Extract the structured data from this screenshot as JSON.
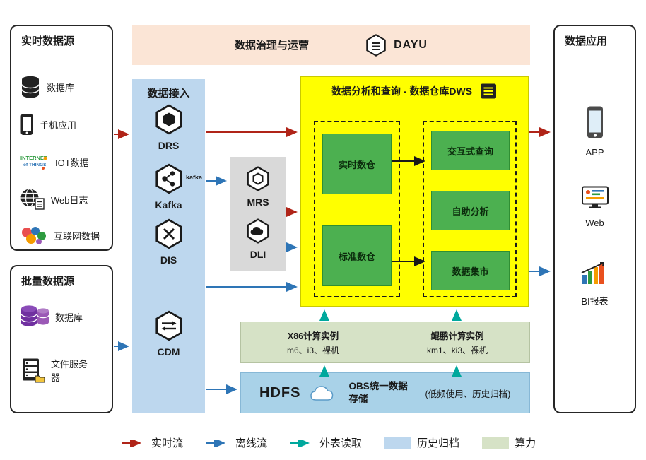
{
  "colors": {
    "realtime_flow": "#b02418",
    "offline_flow": "#2e75b6",
    "external_read": "#00a89d",
    "archive_fill": "#bdd7ee",
    "compute_fill": "#d6e2c6",
    "governance_bg": "#fbe5d6",
    "ingestion_bg": "#bdd7ee",
    "dws_bg": "#ffff00",
    "green_box": "#4cb050"
  },
  "realtime_sources": {
    "title": "实时数据源",
    "items": [
      {
        "label": "数据库",
        "icon": "database-icon"
      },
      {
        "label": "手机应用",
        "icon": "phone-icon"
      },
      {
        "label": "IOT数据",
        "icon": "iot-icon"
      },
      {
        "label": "Web日志",
        "icon": "web-log-icon"
      },
      {
        "label": "互联网数据",
        "icon": "internet-data-icon"
      }
    ]
  },
  "batch_sources": {
    "title": "批量数据源",
    "items": [
      {
        "label": "数据库",
        "icon": "database-purple-icon"
      },
      {
        "label": "文件服务器",
        "icon": "file-server-icon"
      }
    ]
  },
  "governance": {
    "title": "数据治理与运营",
    "brand": "DAYU"
  },
  "ingestion": {
    "title": "数据接入",
    "services": [
      {
        "label": "DRS"
      },
      {
        "label": "Kafka",
        "badge": "kafka"
      },
      {
        "label": "DIS"
      },
      {
        "label": "CDM"
      }
    ]
  },
  "processing": {
    "services": [
      {
        "label": "MRS"
      },
      {
        "label": "DLI"
      }
    ]
  },
  "dws": {
    "title": "数据分析和查询 - 数据仓库DWS",
    "left": [
      "实时数仓",
      "标准数仓"
    ],
    "right": [
      "交互式查询",
      "自助分析",
      "数据集市"
    ]
  },
  "compute": {
    "groups": [
      {
        "title": "X86计算实例",
        "detail": "m6、i3、裸机"
      },
      {
        "title": "鲲鹏计算实例",
        "detail": "km1、ki3、裸机"
      }
    ]
  },
  "storage": {
    "hdfs": "HDFS",
    "obs_title": "OBS统一数据存储",
    "obs_note": "(低频使用、历史归档)"
  },
  "applications": {
    "title": "数据应用",
    "items": [
      {
        "label": "APP",
        "icon": "phone-icon"
      },
      {
        "label": "Web",
        "icon": "monitor-icon"
      },
      {
        "label": "BI报表",
        "icon": "bi-chart-icon"
      }
    ]
  },
  "legend": {
    "items": [
      {
        "label": "实时流",
        "style": "arrow",
        "color": "#b02418"
      },
      {
        "label": "离线流",
        "style": "arrow",
        "color": "#2e75b6"
      },
      {
        "label": "外表读取",
        "style": "arrow",
        "color": "#00a89d"
      },
      {
        "label": "历史归档",
        "style": "swatch",
        "color": "#bdd7ee"
      },
      {
        "label": "算力",
        "style": "swatch",
        "color": "#d6e2c6"
      }
    ]
  }
}
